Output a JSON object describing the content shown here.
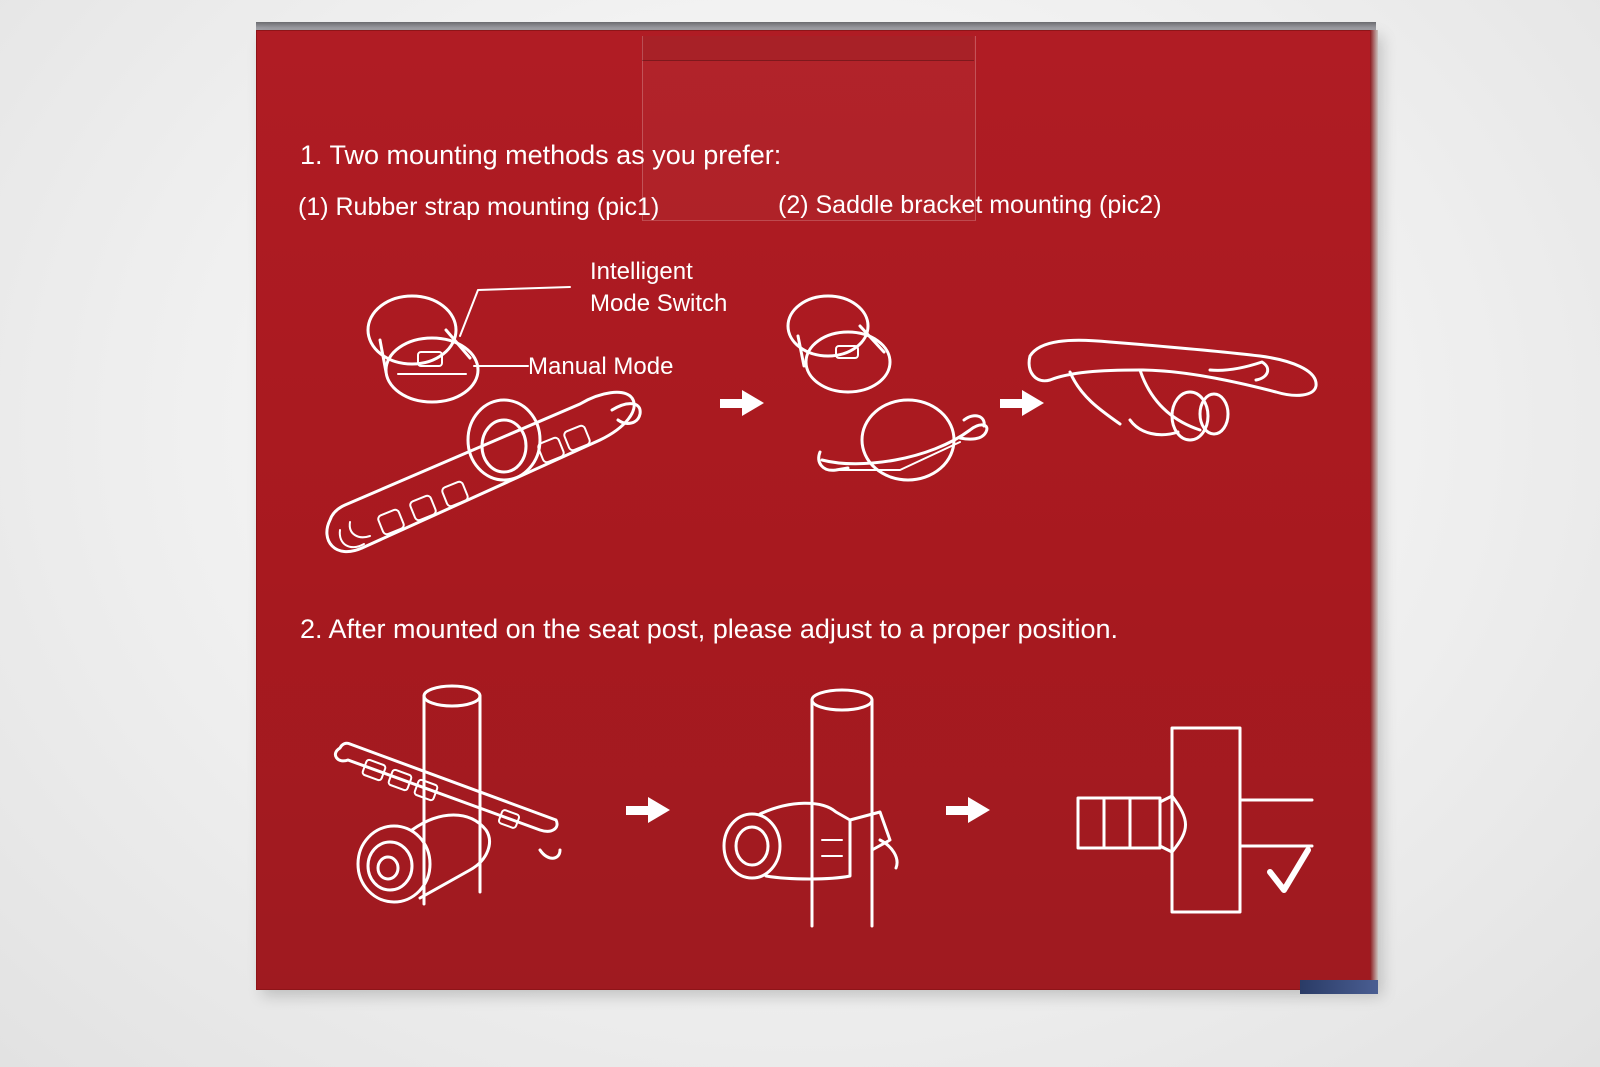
{
  "colors": {
    "box_red": "#a8191f",
    "ink": "#ffffff",
    "background": "#f3f3f3"
  },
  "step1": {
    "heading": "1. Two mounting methods as you prefer:",
    "method1": "(1) Rubber strap mounting (pic1)",
    "method2": "(2) Saddle bracket mounting (pic2)"
  },
  "callouts": {
    "intelligent_line1": "Intelligent",
    "intelligent_line2": "Mode Switch",
    "manual": "Manual Mode"
  },
  "step2": {
    "heading": "2. After mounted on the seat post, please adjust to a proper position."
  },
  "icons": {
    "arrow": "arrow-right-icon",
    "check": "check-mark-icon"
  }
}
